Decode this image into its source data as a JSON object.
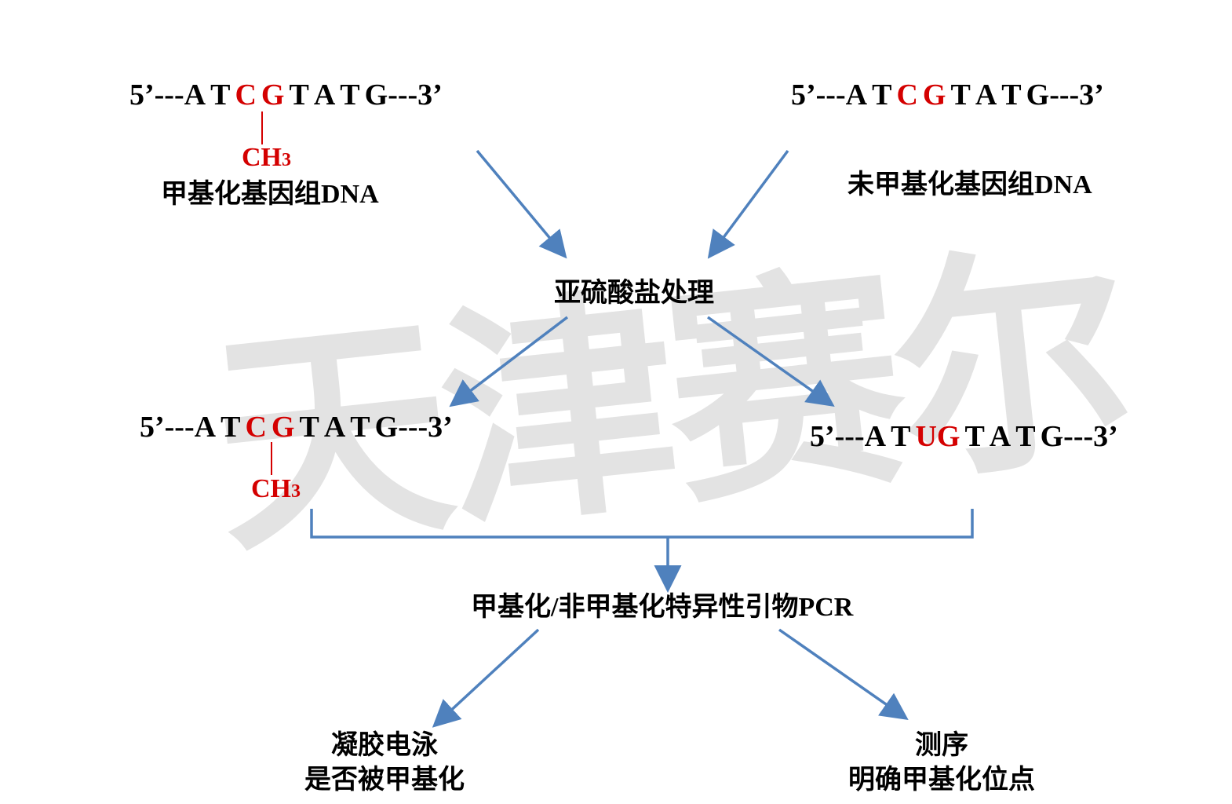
{
  "watermark": "天津赛尔",
  "top_left": {
    "prefix": "5’---",
    "bases": [
      "A",
      "T",
      "C",
      "G",
      "T",
      "A",
      "T",
      "G"
    ],
    "suffix": "---3’",
    "methyl": "CH3",
    "label": "甲基化基因组DNA"
  },
  "top_right": {
    "prefix": "5’---",
    "bases": [
      "A",
      "T",
      "C",
      "G",
      "T",
      "A",
      "T",
      "G"
    ],
    "suffix": "---3’",
    "label": "未甲基化基因组DNA"
  },
  "treatment": "亚硫酸盐处理",
  "mid_left": {
    "prefix": "5’---",
    "bases": [
      "A",
      "T",
      "C",
      "G",
      "T",
      "A",
      "T",
      "G"
    ],
    "suffix": "---3’",
    "methyl": "CH3"
  },
  "mid_right": {
    "prefix": "5’---",
    "bases": [
      "A",
      "T",
      "UG",
      "T",
      "A",
      "T",
      "G"
    ],
    "suffix": "---3’"
  },
  "pcr": "甲基化/非甲基化特异性引物PCR",
  "result_left": {
    "line1": "凝胶电泳",
    "line2": "是否被甲基化"
  },
  "result_right": {
    "line1": "测序",
    "line2": "明确甲基化位点"
  },
  "colors": {
    "arrow": "#4f81bd",
    "highlight": "#d40000",
    "text": "#000000",
    "watermark": "#e3e3e3"
  }
}
